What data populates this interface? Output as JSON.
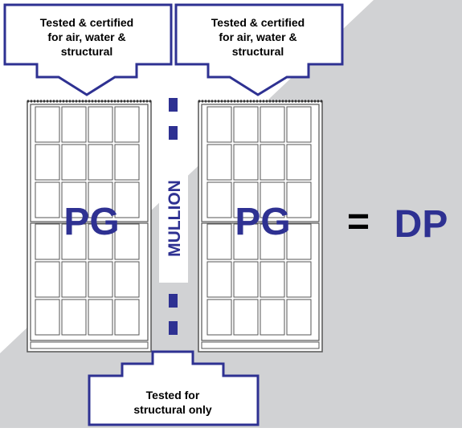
{
  "colors": {
    "navy": "#2e3192",
    "background_gray": "#d1d2d4",
    "frame": "#555555",
    "equals": "#000000"
  },
  "callouts": {
    "left": {
      "lines": [
        "Tested & certified",
        "for air, water &",
        "structural"
      ]
    },
    "right": {
      "lines": [
        "Tested & certified",
        "for air, water &",
        "structural"
      ]
    },
    "bottom": {
      "lines": [
        "Tested for",
        "structural only"
      ]
    }
  },
  "windows": {
    "left": {
      "label": "PG"
    },
    "right": {
      "label": "PG"
    }
  },
  "mullion": {
    "label": "MULLION"
  },
  "result": {
    "equals": "=",
    "label": "DP"
  },
  "icons": [
    "arrow-down-icon",
    "arrow-up-icon"
  ]
}
